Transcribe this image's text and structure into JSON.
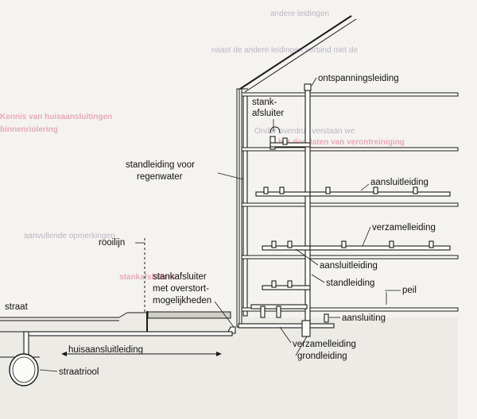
{
  "labels": {
    "ontspanningsleiding": "ontspanningsleiding",
    "stankafsluiter_1": "stank-",
    "stankafsluiter_2": "afsluiter",
    "standleiding_regenwater_1": "standleiding voor",
    "standleiding_regenwater_2": "regenwater",
    "aansluitleiding_top": "aansluitleiding",
    "verzamelleiding_mid": "verzamelleiding",
    "aansluitleiding_mid": "aansluitleiding",
    "rooilijn": "rooilijn",
    "stankafsluiter_overstort_1": "stankafsluiter",
    "stankafsluiter_overstort_2": "met overstort-",
    "stankafsluiter_overstort_3": "mogelijkheden",
    "standleiding": "standleiding",
    "peil": "peil",
    "straat": "straat",
    "aansluiting": "aansluiting",
    "verzamelleiding_bottom": "verzamelleiding",
    "huisaansluitleiding": "huisaansluitleiding",
    "grondleiding": "grondleiding",
    "straatriool": "straatriool"
  },
  "background_text": {
    "line_1": "andere leidingen",
    "line_2": "naast de andere leidingen verbind met de",
    "line_3": "Onder overdruk verstaan we",
    "line_4": "het doorlaten van verontreiniging",
    "line_5": "Kennis van huisaansluitingen",
    "line_6": "binnenriolering",
    "line_7": "aanvullende opmerkingen",
    "line_8": "stankafsluiters"
  }
}
